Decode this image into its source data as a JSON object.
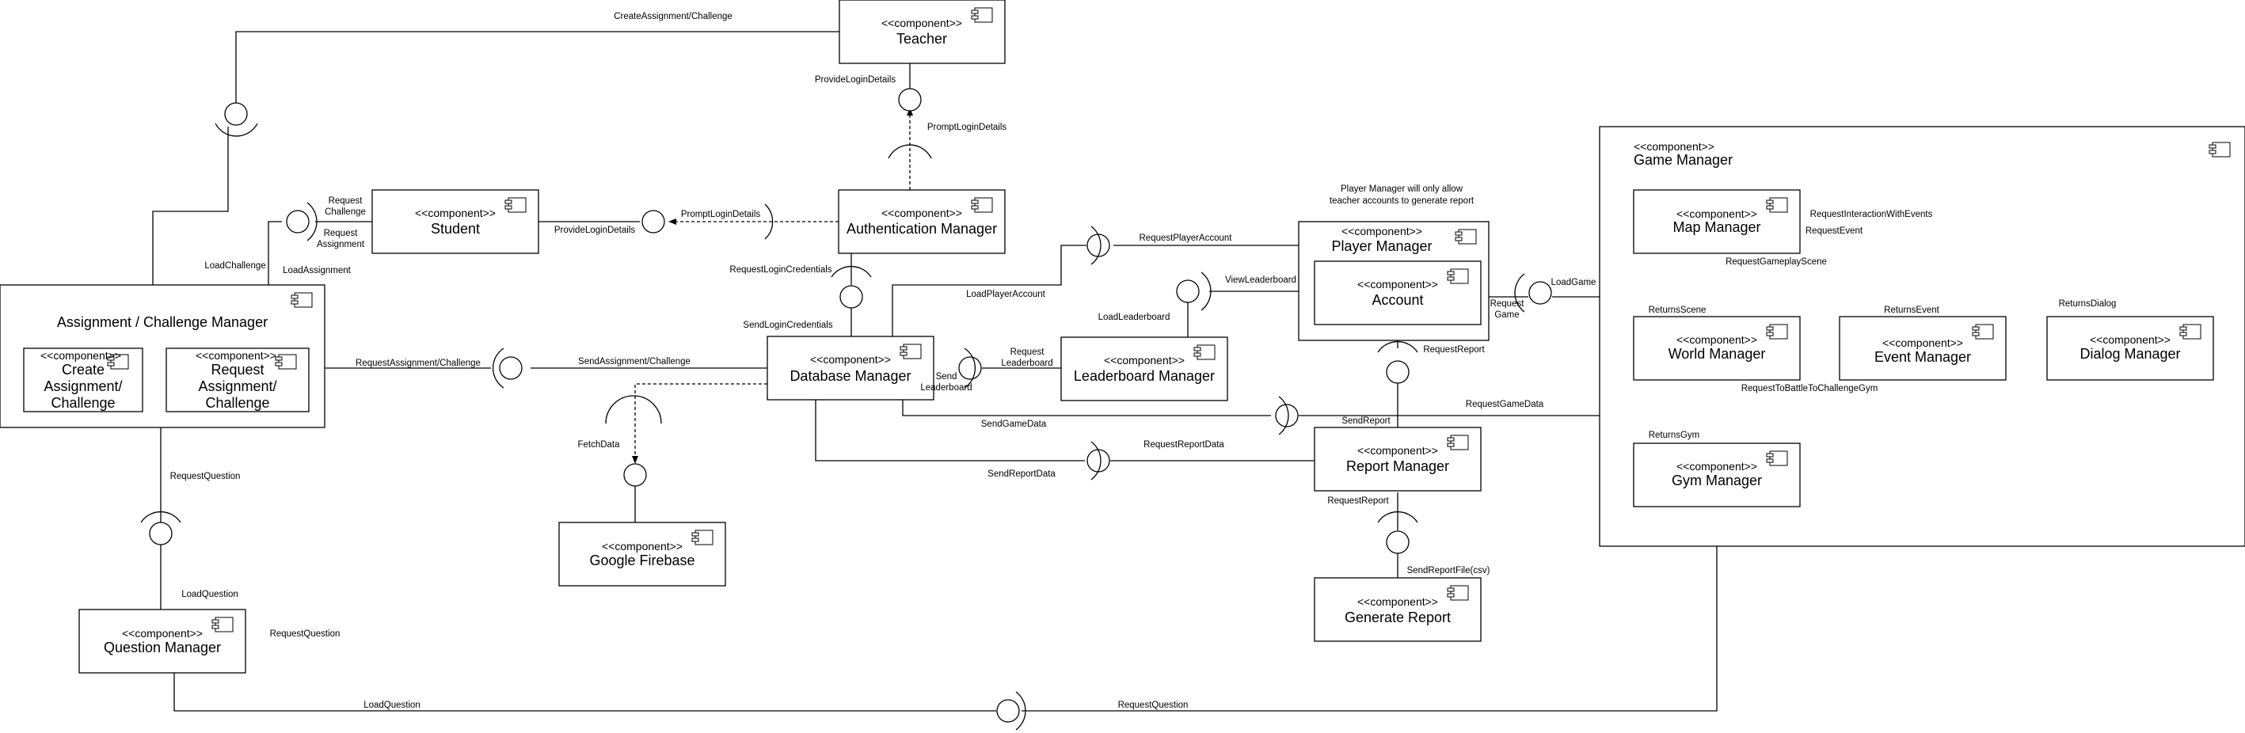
{
  "stereotype": "<<component>>",
  "components": {
    "teacher": "Teacher",
    "student": "Student",
    "authentication_manager": "Authentication Manager",
    "assignment_manager": "Assignment / Challenge Manager",
    "create_assignment": [
      "Create",
      "Assignment/",
      "Challenge"
    ],
    "request_assignment": [
      "Request",
      "Assignment/",
      "Challenge"
    ],
    "database_manager": "Database Manager",
    "leaderboard_manager": "Leaderboard Manager",
    "player_manager": "Player Manager",
    "account": "Account",
    "report_manager": "Report Manager",
    "generate_report": "Generate Report",
    "google_firebase": "Google Firebase",
    "question_manager": "Question Manager",
    "game_manager": "Game Manager",
    "map_manager": "Map Manager",
    "world_manager": "World Manager",
    "event_manager": "Event Manager",
    "dialog_manager": "Dialog Manager",
    "gym_manager": "Gym Manager"
  },
  "notes": {
    "player_manager_note": [
      "Player Manager will only allow",
      "teacher accounts to generate report"
    ]
  },
  "labels": {
    "create_assignment_challenge": "CreateAssignment/Challenge",
    "provide_login_details_teacher": "ProvideLoginDetails",
    "prompt_login_details_teacher": "PromptLoginDetails",
    "request_challenge": [
      "Request",
      "Challenge"
    ],
    "request_assignment": [
      "Request",
      "Assignment"
    ],
    "provide_login_details_student": "ProvideLoginDetails",
    "prompt_login_details_student": "PromptLoginDetails",
    "load_challenge": "LoadChallenge",
    "load_assignment": "LoadAssignment",
    "request_login_credentials": "RequestLoginCredentials",
    "send_login_credentials": "SendLoginCredentials",
    "load_player_account": "LoadPlayerAccount",
    "request_player_account": "RequestPlayerAccount",
    "view_leaderboard": "ViewLeaderboard",
    "load_leaderboard": "LoadLeaderboard",
    "request_leaderboard": [
      "Request",
      "Leaderboard"
    ],
    "send_leaderboard": [
      "Send",
      "Leaderboard"
    ],
    "request_assignment_challenge": "RequestAssignment/Challenge",
    "send_assignment_challenge": "SendAssignment/Challenge",
    "fetch_data": "FetchData",
    "send_game_data": "SendGameData",
    "send_report": "SendReport",
    "request_game_data": "RequestGameData",
    "request_report_pm": "RequestReport",
    "send_report_data": "SendReportData",
    "request_report_data": "RequestReportData",
    "request_report_gen": "RequestReport",
    "send_report_file": "SendReportFile(csv)",
    "request_question_acm": "RequestQuestion",
    "load_question_acm": "LoadQuestion",
    "request_question_qm": "RequestQuestion",
    "load_question_bottom": "LoadQuestion",
    "request_question_bottom": "RequestQuestion",
    "load_game": "LoadGame",
    "request_game": [
      "Request",
      "Game"
    ],
    "request_interaction_with_events": "RequestInteractionWithEvents",
    "request_event": "RequestEvent",
    "request_gameplay_scene": "RequestGameplayScene",
    "returns_scene": "ReturnsScene",
    "returns_event": "ReturnsEvent",
    "returns_dialog": "ReturnsDialog",
    "request_to_battle": "RequestToBattleToChallengeGym",
    "returns_gym": "ReturnsGym"
  }
}
